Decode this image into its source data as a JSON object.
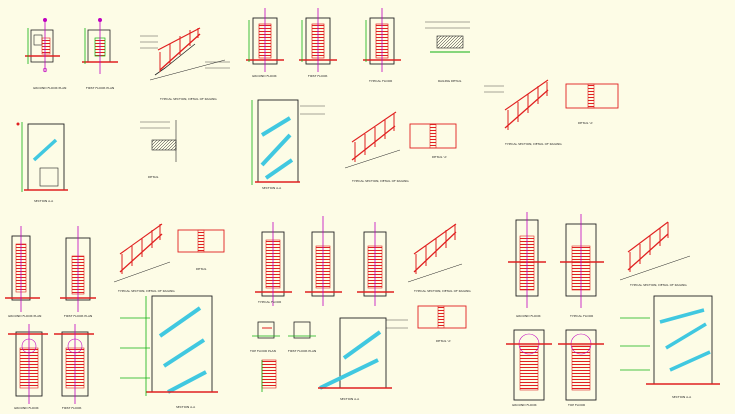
{
  "sheet": {
    "background": "#fdfce6",
    "colors": {
      "red": "#e02020",
      "green": "#10b010",
      "magenta": "#c000c0",
      "cyan": "#40c8e0",
      "black": "#222222"
    }
  },
  "captions": {
    "a1": "GROUND FLOOR PLAN",
    "a2": "FIRST FLOOR PLAN",
    "a3": "TYPICAL SECTION, DETAIL OF RAILING",
    "a4": "GROUND FLOOR",
    "a5": "FIRST FLOOR",
    "a6": "TYPICAL FLOOR",
    "a7": "RAILING DETAIL",
    "a8": "SECTION A-A",
    "a9": "DETAIL",
    "a10": "SECTION A-A",
    "a11": "TYPICAL SECTION, DETAIL OF RAILING",
    "a12": "DETAIL 'A'",
    "a13": "TYPICAL SECTION, DETAIL OF RAILING",
    "a14": "DETAIL 'A'",
    "b1": "GROUND FLOOR PLAN",
    "b2": "FIRST FLOOR PLAN",
    "b3": "TYPICAL SECTION, DETAIL OF RAILING",
    "b4": "DETAIL",
    "b5": "SECTION A-A",
    "b6": "GROUND FLOOR",
    "b7": "FIRST FLOOR",
    "b8": "TYPICAL FLOOR",
    "b9": "TYPICAL SECTION, DETAIL OF RAILING",
    "b10": "DETAIL 'A'",
    "b11": "TOP FLOOR PLAN",
    "b12": "FIRST FLOOR PLAN",
    "b13": "SECTION A-A",
    "b14": "GROUND FLOOR",
    "b15": "TYPICAL FLOOR",
    "b16": "TYPICAL SECTION, DETAIL OF RAILING",
    "b17": "SECTION A-A",
    "b18": "GROUND FLOOR",
    "b19": "TOP FLOOR"
  }
}
